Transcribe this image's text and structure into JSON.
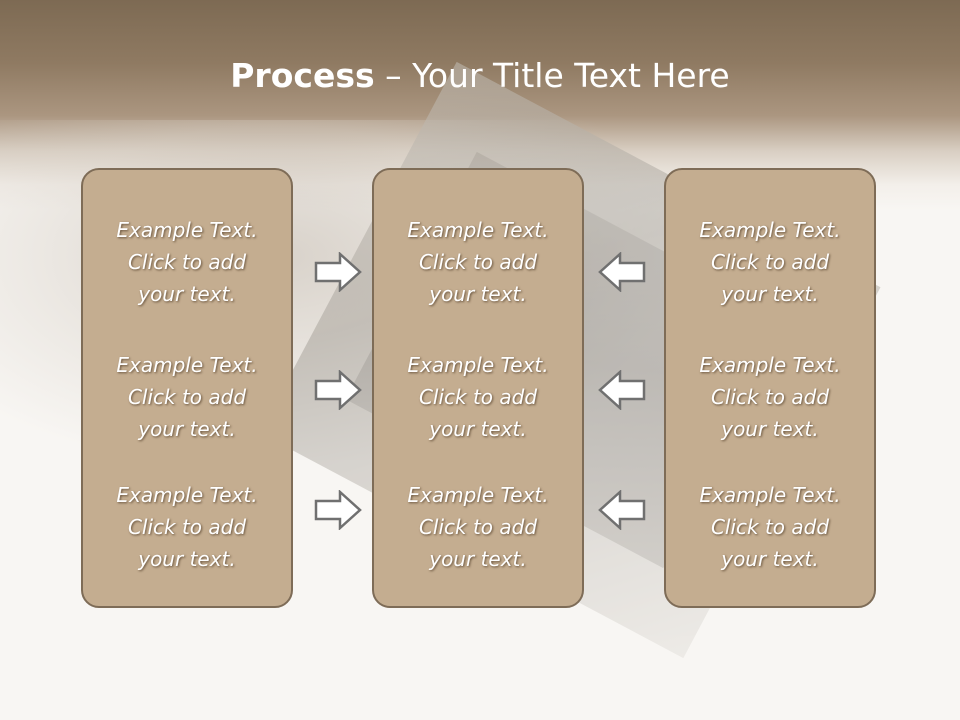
{
  "title": {
    "bold": "Process",
    "rest": " – Your Title Text Here"
  },
  "columns": [
    {
      "items": [
        [
          "Example Text.",
          "Click  to add",
          "your text."
        ],
        [
          "Example Text.",
          "Click  to add",
          "your text."
        ],
        [
          "Example Text.",
          "Click  to add",
          "your text."
        ]
      ]
    },
    {
      "items": [
        [
          "Example Text.",
          "Click  to add",
          "your text."
        ],
        [
          "Example Text.",
          "Click  to add",
          "your text."
        ],
        [
          "Example Text.",
          "Click  to add",
          "your text."
        ]
      ]
    },
    {
      "items": [
        [
          "Example Text.",
          "Click  to add",
          "your text."
        ],
        [
          "Example Text.",
          "Click  to add",
          "your text."
        ],
        [
          "Example Text.",
          "Click  to add",
          "your text."
        ]
      ]
    }
  ],
  "arrows": {
    "left_to_middle": [
      "right-arrow-icon",
      "right-arrow-icon",
      "right-arrow-icon"
    ],
    "right_to_middle": [
      "left-arrow-icon",
      "left-arrow-icon",
      "left-arrow-icon"
    ]
  },
  "colors": {
    "box_fill": "#c4ad90",
    "box_border": "#7e6c57",
    "header_band": "#8f7a62",
    "text": "#ffffff"
  }
}
